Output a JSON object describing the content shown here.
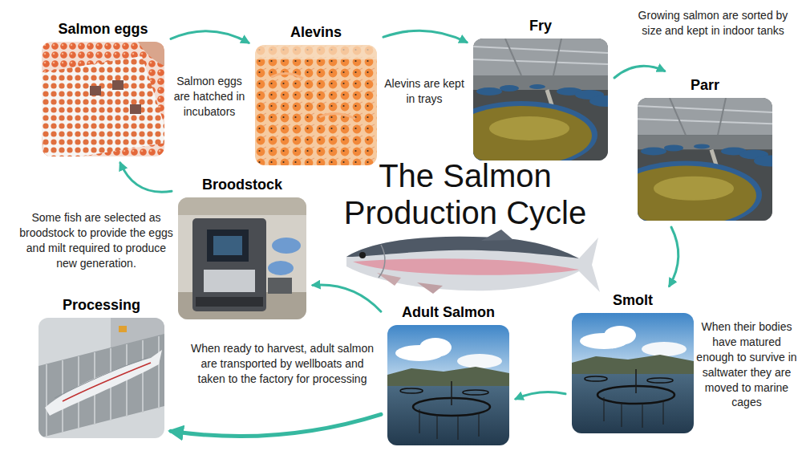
{
  "diagram": {
    "title": "The Salmon Production Cycle",
    "nodes": [
      {
        "text": [
          "Salmon eggs"
        ]
      },
      {
        "text": [
          "Alevins"
        ]
      },
      {
        "text": [
          "Fry"
        ]
      },
      {
        "text": [
          "Parr"
        ]
      },
      {
        "text": [
          "Broodstock"
        ]
      },
      {
        "text": [
          "Processing"
        ]
      },
      {
        "text": [
          "Adult Salmon"
        ]
      },
      {
        "text": [
          "Smolt"
        ]
      }
    ],
    "edges": [
      {
        "from": 0,
        "to": 1,
        "arrow": "to",
        "label": "Salmon eggs are hatched in incubators"
      },
      {
        "from": 1,
        "to": 2,
        "arrow": "to",
        "label": "Alevins are kept in trays"
      },
      {
        "from": 2,
        "to": 3,
        "arrow": "to",
        "label": "Growing salmon are sorted by size and kept in indoor tanks"
      },
      {
        "from": 3,
        "to": 7,
        "arrow": "to"
      },
      {
        "from": 7,
        "to": 6,
        "arrow": "to"
      },
      {
        "from": 6,
        "to": 4,
        "arrow": "to"
      },
      {
        "from": 4,
        "to": 0,
        "arrow": "to"
      },
      {
        "from": 6,
        "to": 5,
        "arrow": "to",
        "label": "When ready to harvest, adult salmon are transported by wellboats and taken to the factory for processing"
      }
    ],
    "labels": [
      "When their bodies have matured enough to survive in saltwater they are moved to marine cages",
      "Some fish are selected as broodstock to provide the eggs and milt required to produce new generation."
    ]
  }
}
